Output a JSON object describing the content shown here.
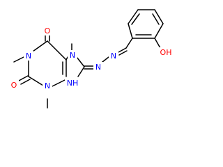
{
  "colors": {
    "background": "#ffffff",
    "bond": "#000000",
    "carbon": "#000000",
    "nitrogen": "#0000ff",
    "oxygen": "#ff0000"
  },
  "atoms": [
    {
      "id": "n1",
      "label": "N",
      "element": "nitrogen"
    },
    {
      "id": "n3",
      "label": "N",
      "element": "nitrogen"
    },
    {
      "id": "n7",
      "label": "N",
      "element": "nitrogen"
    },
    {
      "id": "n9h",
      "label": "NH",
      "element": "nitrogen"
    },
    {
      "id": "nc8",
      "label": "N",
      "element": "nitrogen"
    },
    {
      "id": "nh",
      "label": "N",
      "element": "nitrogen"
    },
    {
      "id": "o6",
      "label": "O",
      "element": "oxygen"
    },
    {
      "id": "o2",
      "label": "O",
      "element": "oxygen"
    },
    {
      "id": "oh",
      "label": "OH",
      "element": "oxygen"
    }
  ]
}
